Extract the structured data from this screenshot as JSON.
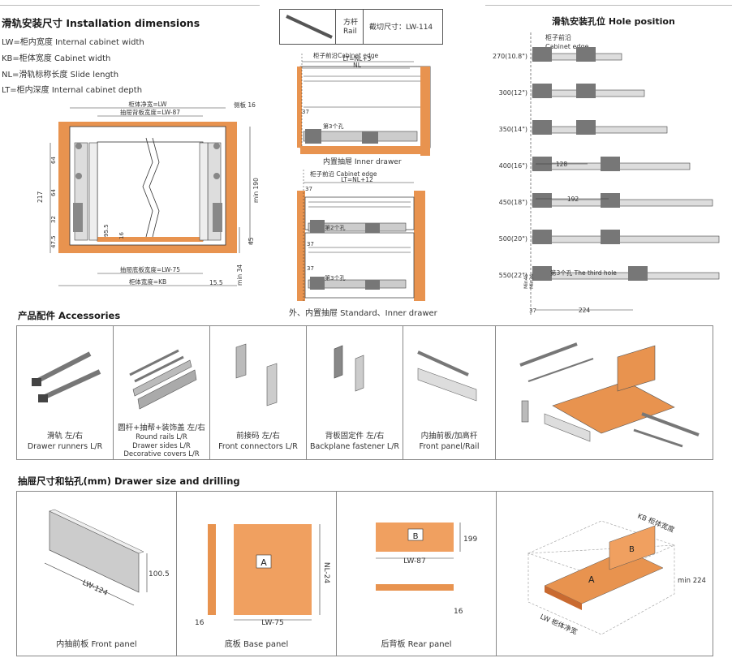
{
  "install": {
    "title": "滑轨安装尺寸 Installation dimensions",
    "defs": [
      "LW=柜内宽度  Internal cabinet width",
      "KB=柜体宽度  Cabinet width",
      "NL=滑轨标称长度  Slide length",
      "LT=柜内深度  Internal cabinet depth"
    ],
    "dims": {
      "lw": "柜体净宽=LW",
      "back": "抽屉背板宽度=LW-87",
      "side": "侧板 16",
      "bottom": "抽屉底板宽度=LW-75",
      "kb": "柜体宽度=KB",
      "h217": "217",
      "h64a": "64",
      "h64b": "64",
      "h32": "32",
      "h475": "47.5",
      "h955": "95.5",
      "h16": "16",
      "min190": "min 190",
      "h45": "45",
      "h155": "15.5",
      "min34": "min 34"
    }
  },
  "rail": {
    "cn": "方杆",
    "en": "Rail",
    "cut": "截切尺寸：LW-114"
  },
  "inner_drawer": {
    "cabinet_edge": "柜子前沿Cabinet edge",
    "lt1": "LT=NL+3",
    "nl": "NL",
    "d37": "37",
    "hole3": "第3个孔",
    "caption": "内置抽屉 Inner drawer"
  },
  "std_drawer": {
    "cabinet_edge": "柜子前沿 Cabinet edge",
    "lt2": "LT=NL+12",
    "d37a": "37",
    "d37b": "37",
    "d37c": "37",
    "hole2": "第2个孔",
    "hole3": "第3个孔",
    "caption": "外、内置抽屉 Standard、Inner drawer"
  },
  "holes": {
    "title": "滑轨安装孔位 Hole position",
    "edge_cn": "柜子前沿",
    "edge_en": "Cabinet edge",
    "lengths": [
      "270(10.8\")",
      "300(12\")",
      "350(14\")",
      "400(16\")",
      "450(18\")",
      "500(20\")",
      "550(22\")"
    ],
    "d128": "128",
    "d192": "192",
    "d224": "224",
    "d37": "37",
    "min45": "Min45",
    "min34": "Min34",
    "third": "第3个孔 The third hole"
  },
  "accessories": {
    "title": "产品配件 Accessories",
    "items": [
      {
        "l1": "滑轨  左/右",
        "l2": "Drawer runners  L/R",
        "l3": "",
        "l4": ""
      },
      {
        "l1": "圆杆+抽帮+装饰盖  左/右",
        "l2": "Round rails  L/R",
        "l3": "Drawer sides  L/R",
        "l4": "Decorative covers  L/R"
      },
      {
        "l1": "前接码  左/右",
        "l2": "Front connectors  L/R",
        "l3": "",
        "l4": ""
      },
      {
        "l1": "背板固定件  左/右",
        "l2": "Backplane fastener  L/R",
        "l3": "",
        "l4": ""
      },
      {
        "l1": "内抽前板/加高杆",
        "l2": "Front panel/Rail",
        "l3": "",
        "l4": ""
      }
    ]
  },
  "drilling": {
    "title": "抽屉尺寸和钻孔(mm)  Drawer size and drilling",
    "front": {
      "lw124": "LW-124",
      "h": "100.5",
      "caption": "内抽前板    Front panel"
    },
    "base": {
      "a": "A",
      "nl24": "NL-24",
      "lw75": "LW-75",
      "t16": "16",
      "caption": "底板    Base panel"
    },
    "rear": {
      "b": "B",
      "h199": "199",
      "lw87": "LW-87",
      "t16": "16",
      "caption": "后背板    Rear panel"
    },
    "box": {
      "kb": "KB 柜体宽度",
      "lw": "LW 柜体净宽",
      "min224": "min 224",
      "a": "A",
      "b": "B"
    }
  },
  "colors": {
    "orange": "#e8934f",
    "panel": "#f0a060",
    "gray": "#888888"
  }
}
